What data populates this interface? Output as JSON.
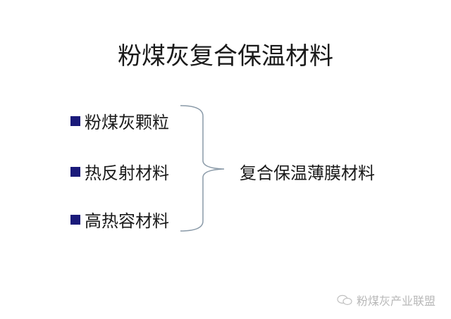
{
  "slide": {
    "title": "粉煤灰复合保温材料",
    "items": [
      {
        "label": "粉煤灰颗粒"
      },
      {
        "label": "热反射材料"
      },
      {
        "label": "高热容材料"
      }
    ],
    "result": "复合保温薄膜材料",
    "bullet_color": "#1a1a7a"
  },
  "watermark": {
    "icon": "wechat-icon",
    "text": "粉煤灰产业联盟"
  }
}
